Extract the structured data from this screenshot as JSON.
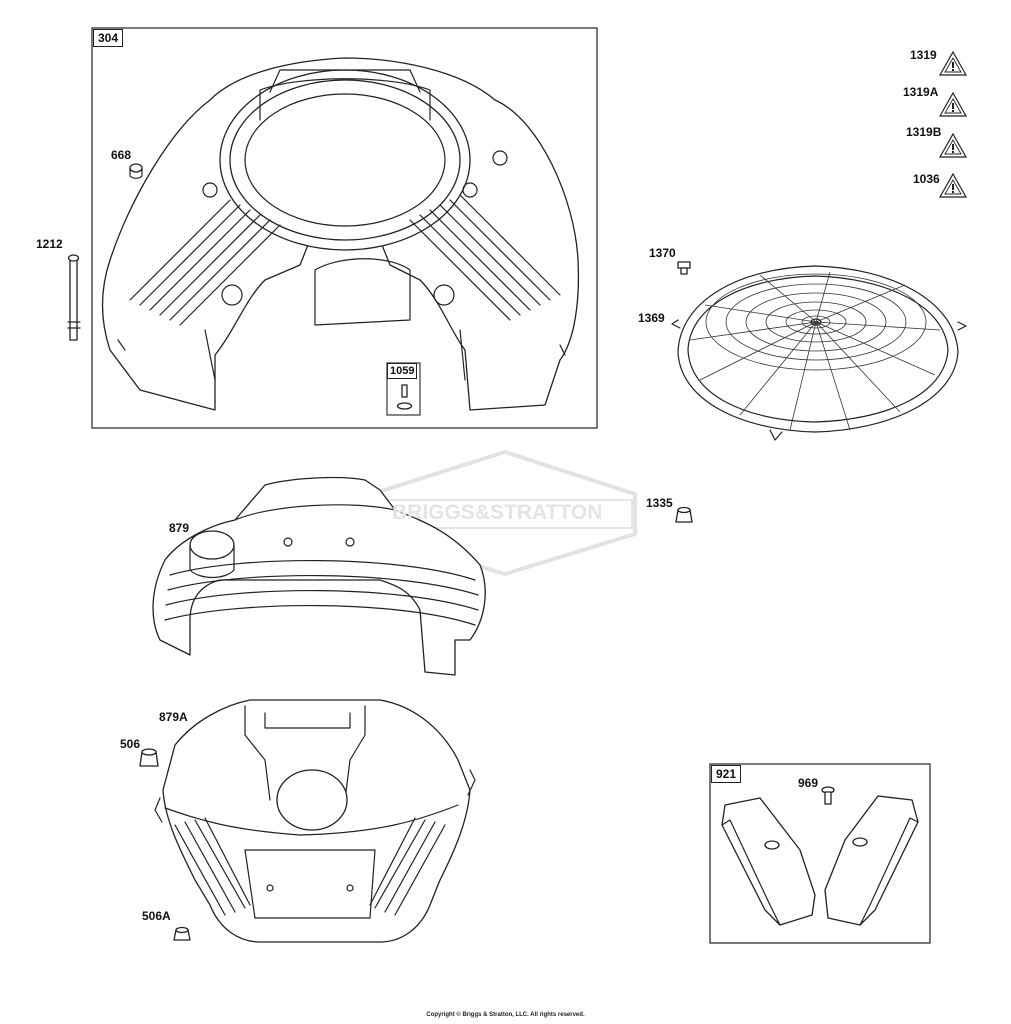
{
  "diagram": {
    "parts": [
      {
        "id": "part-304",
        "label": "304",
        "boxed": true
      },
      {
        "id": "part-668",
        "label": "668"
      },
      {
        "id": "part-1212",
        "label": "1212"
      },
      {
        "id": "part-1059",
        "label": "1059",
        "boxed": true
      },
      {
        "id": "part-1319",
        "label": "1319",
        "warning": true
      },
      {
        "id": "part-1319a",
        "label": "1319A",
        "warning": true
      },
      {
        "id": "part-1319b",
        "label": "1319B",
        "warning": true
      },
      {
        "id": "part-1036",
        "label": "1036",
        "warning": true
      },
      {
        "id": "part-1370",
        "label": "1370"
      },
      {
        "id": "part-1369",
        "label": "1369"
      },
      {
        "id": "part-1335",
        "label": "1335"
      },
      {
        "id": "part-879",
        "label": "879"
      },
      {
        "id": "part-879a",
        "label": "879A"
      },
      {
        "id": "part-506",
        "label": "506"
      },
      {
        "id": "part-506a",
        "label": "506A"
      },
      {
        "id": "part-921",
        "label": "921",
        "boxed": true
      },
      {
        "id": "part-969",
        "label": "969"
      }
    ],
    "watermark": "BRIGGS&STRATTON",
    "copyright": "Copyright © Briggs & Stratton, LLC. All rights reserved."
  }
}
